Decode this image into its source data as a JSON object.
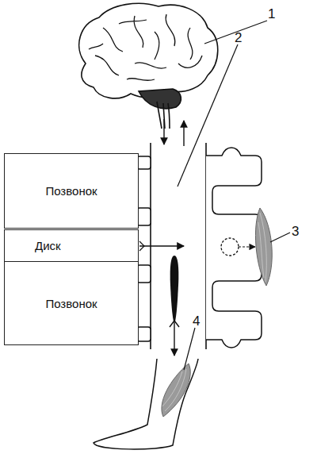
{
  "diagram": {
    "nodes": [
      {
        "text": [
          "Позвонок"
        ]
      },
      {
        "text": [
          "Диск"
        ]
      },
      {
        "text": [
          "Позвонок"
        ]
      }
    ],
    "labels": [
      "1",
      "2",
      "3",
      "4"
    ]
  }
}
